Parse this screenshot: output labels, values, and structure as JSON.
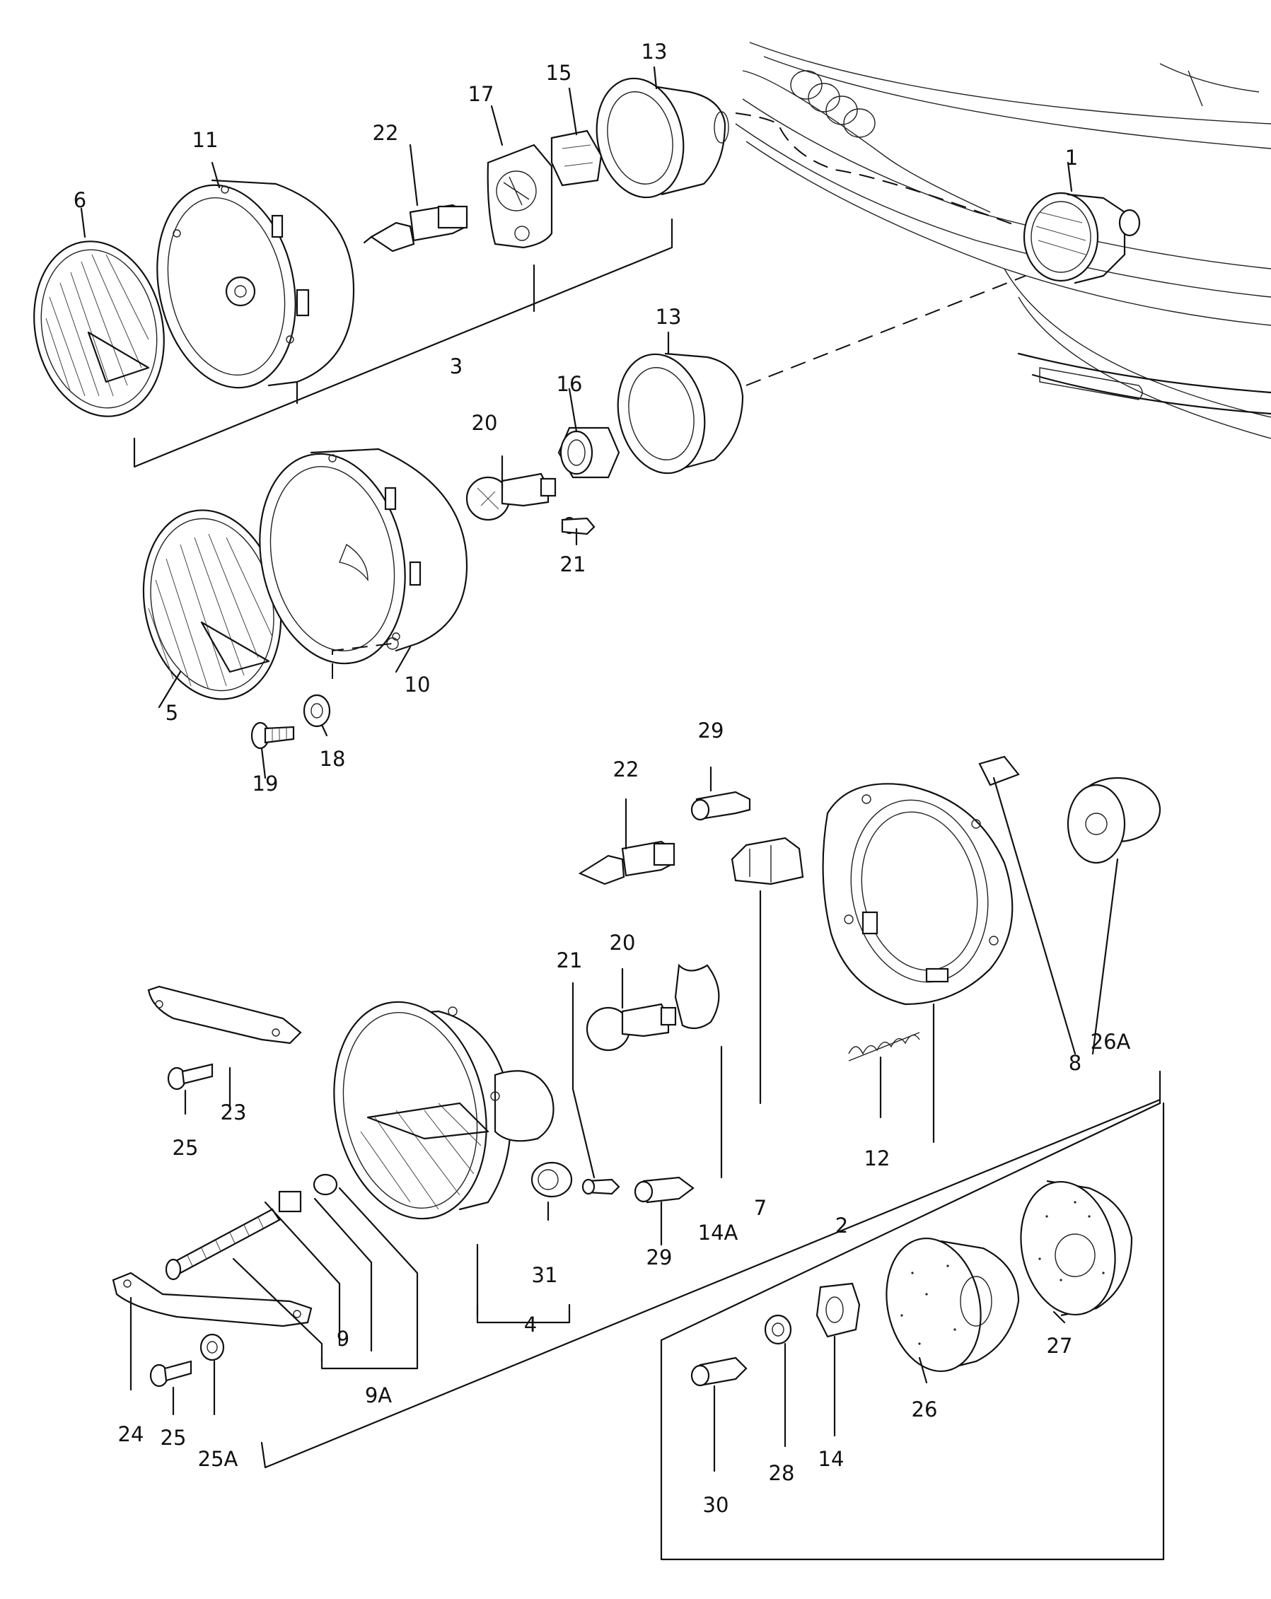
{
  "labels": {
    "p1": "1",
    "p2": "2",
    "p3": "3",
    "p4": "4",
    "p5": "5",
    "p6": "6",
    "p7": "7",
    "p8": "8",
    "p9": "9",
    "p9a": "9A",
    "p10": "10",
    "p11": "11",
    "p12": "12",
    "p13a": "13",
    "p13b": "13",
    "p14": "14",
    "p14a": "14A",
    "p15": "15",
    "p16": "16",
    "p17": "17",
    "p18": "18",
    "p19": "19",
    "p20a": "20",
    "p20b": "20",
    "p21a": "21",
    "p21b": "21",
    "p22a": "22",
    "p22b": "22",
    "p23": "23",
    "p24": "24",
    "p25a": "25",
    "p25b": "25",
    "p25c": "25A",
    "p26": "26",
    "p26a": "26A",
    "p27": "27",
    "p28": "28",
    "p29a": "29",
    "p29b": "29",
    "p30": "30",
    "p31": "31"
  }
}
